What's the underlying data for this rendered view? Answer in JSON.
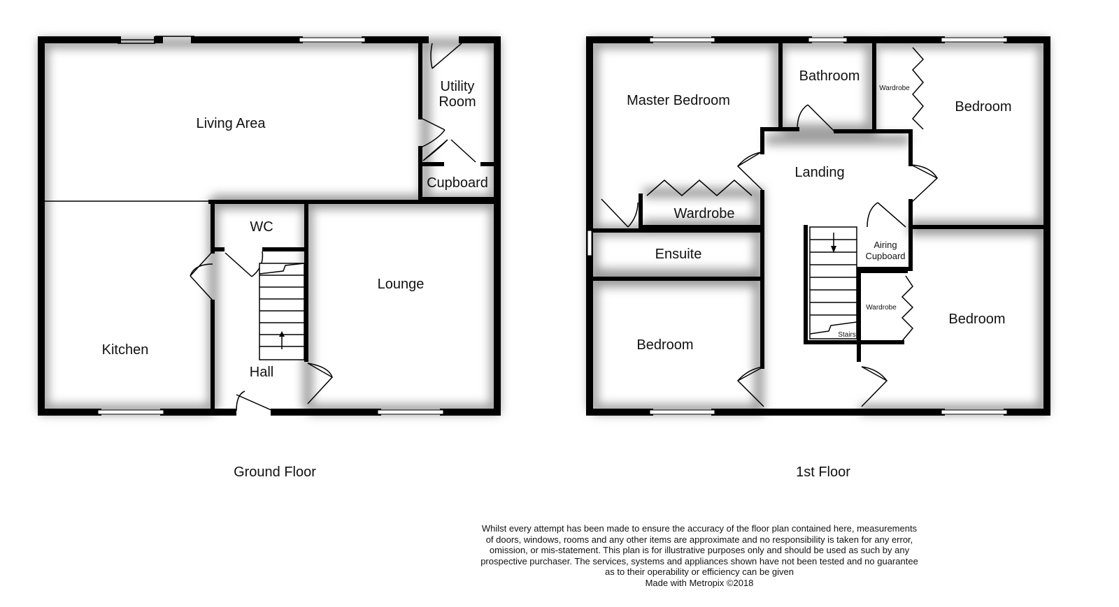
{
  "ground_floor": {
    "title": "Ground Floor",
    "rooms": {
      "living_area": "Living Area",
      "utility_room_line1": "Utility",
      "utility_room_line2": "Room",
      "cupboard": "Cupboard",
      "wc": "WC",
      "lounge": "Lounge",
      "kitchen": "Kitchen",
      "hall": "Hall"
    }
  },
  "first_floor": {
    "title": "1st Floor",
    "rooms": {
      "master_bedroom": "Master Bedroom",
      "bathroom": "Bathroom",
      "wardrobe_small_top": "Wardrobe",
      "bedroom_top_right": "Bedroom",
      "landing": "Landing",
      "wardrobe": "Wardrobe",
      "ensuite": "Ensuite",
      "airing_cupboard_line1": "Airing",
      "airing_cupboard_line2": "Cupboard",
      "wardrobe_small_right": "Wardrobe",
      "bedroom_right": "Bedroom",
      "bedroom_left": "Bedroom",
      "stairs": "Stairs"
    }
  },
  "disclaimer": {
    "line1": "Whilst every attempt has been made to ensure the accuracy of the floor plan contained here, measurements",
    "line2": "of doors, windows, rooms and any other items are approximate and no responsibility is taken for any error,",
    "line3": "omission, or mis-statement. This plan is for illustrative purposes only and should be used as such by any",
    "line4": "prospective purchaser. The services, systems and appliances shown have not been tested and no guarantee",
    "line5": "as to their operability or efficiency can be given",
    "line6": "Made with Metropix ©2018"
  },
  "colors": {
    "wall": "#000000",
    "background": "#ffffff",
    "shadow": "#9a9a9a"
  }
}
